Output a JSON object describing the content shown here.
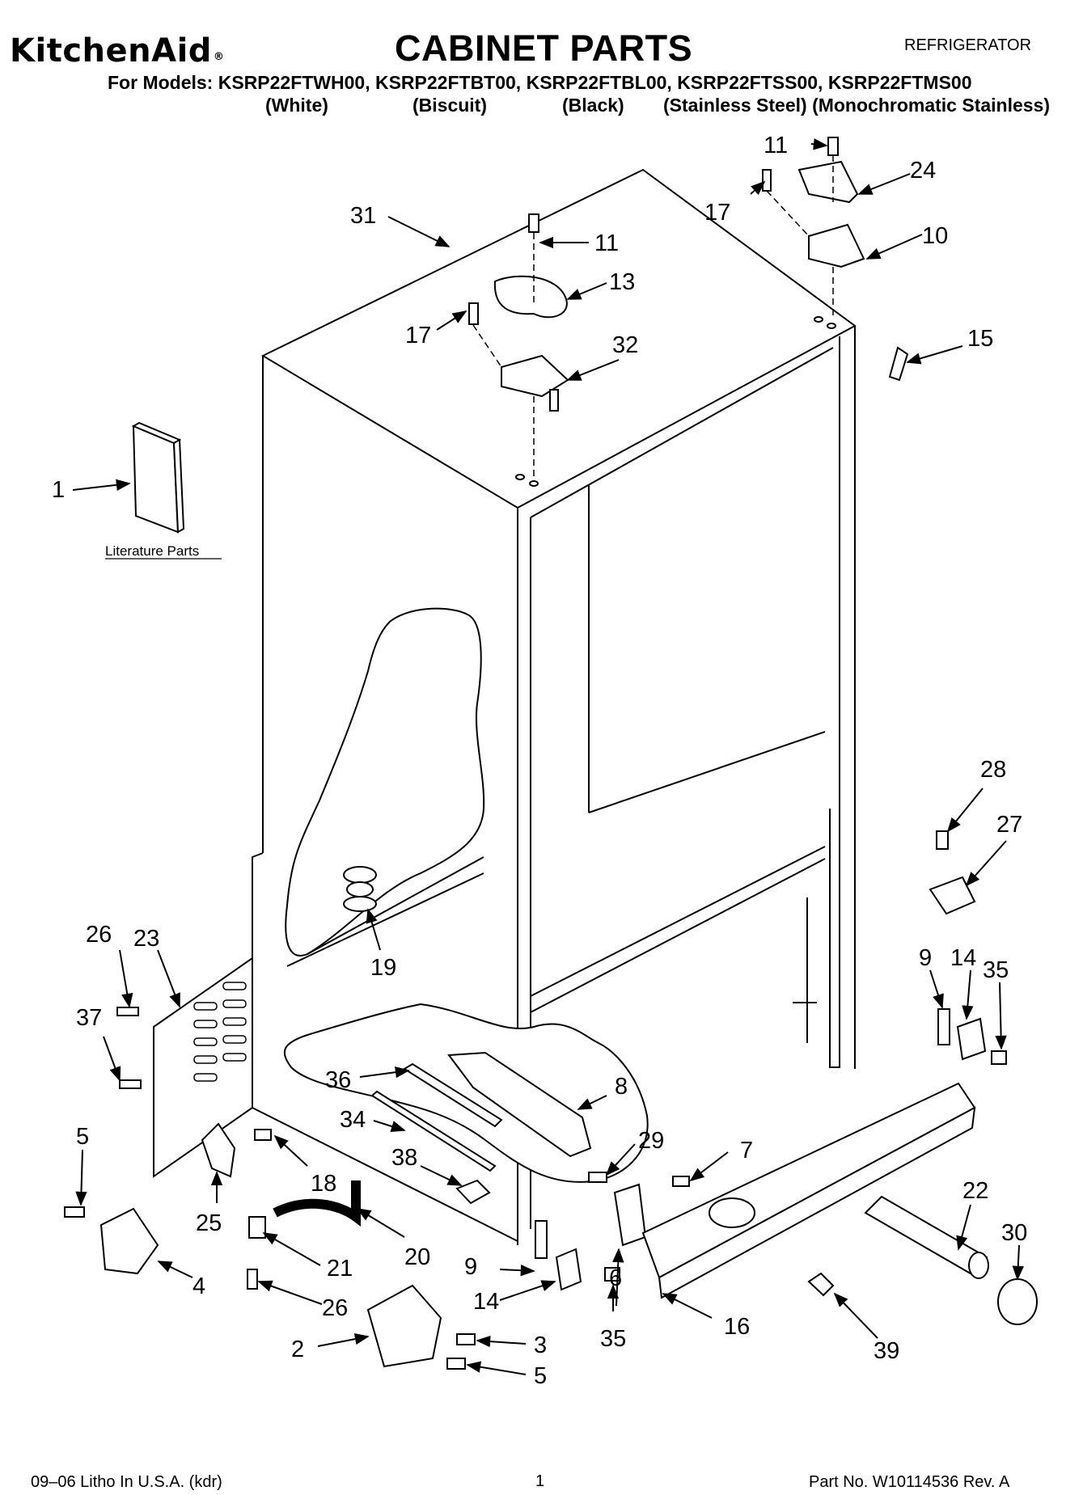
{
  "header": {
    "brand": "KitchenAid",
    "brand_mark": "®",
    "title": "CABINET PARTS",
    "product": "REFRIGERATOR",
    "models_line": "For Models: KSRP22FTWH00, KSRP22FTBT00, KSRP22FTBL00, KSRP22FTSS00, KSRP22FTMS00",
    "variants": [
      "(White)",
      "(Biscuit)",
      "(Black)",
      "(Stainless Steel) (Monochromatic Stainless)"
    ]
  },
  "diagram": {
    "literature_label": "Literature Parts",
    "callouts": {
      "c1": "1",
      "c2": "2",
      "c3": "3",
      "c4": "4",
      "c5a": "5",
      "c5b": "5",
      "c6": "6",
      "c7": "7",
      "c8": "8",
      "c9a": "9",
      "c9b": "9",
      "c10": "10",
      "c11a": "11",
      "c11b": "11",
      "c13": "13",
      "c14a": "14",
      "c14b": "14",
      "c15": "15",
      "c16": "16",
      "c17a": "17",
      "c17b": "17",
      "c18": "18",
      "c19": "19",
      "c20": "20",
      "c21": "21",
      "c22": "22",
      "c23": "23",
      "c24": "24",
      "c25": "25",
      "c26a": "26",
      "c26b": "26",
      "c27": "27",
      "c28": "28",
      "c29": "29",
      "c30": "30",
      "c31": "31",
      "c32": "32",
      "c34": "34",
      "c35a": "35",
      "c35b": "35",
      "c36": "36",
      "c37": "37",
      "c38": "38",
      "c39": "39"
    }
  },
  "footer": {
    "left": "09–06 Litho In U.S.A. (kdr)",
    "page": "1",
    "part_number": "Part No. W10114536 Rev. A"
  }
}
